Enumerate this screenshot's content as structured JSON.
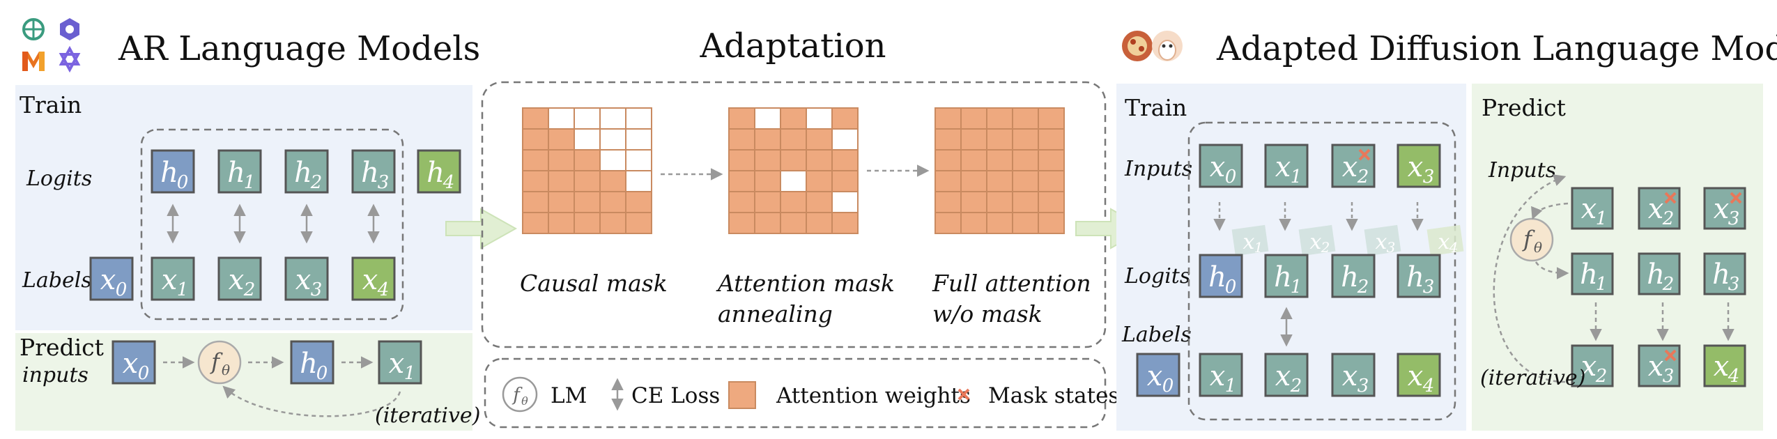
{
  "titles": {
    "ar": "AR Language Models",
    "adaptation": "Adaptation",
    "diffusion": "Adapted Diffusion Language Models"
  },
  "ar_panel": {
    "train_label": "Train",
    "logits_label": "Logits",
    "labels_label": "Labels",
    "predict_label": "Predict",
    "inputs_label": "inputs",
    "iterative_label": "(iterative)"
  },
  "adaptation": {
    "captions": {
      "causal": "Causal mask",
      "annealing_line1": "Attention mask",
      "annealing_line2": "annealing",
      "full_line1": "Full attention",
      "full_line2": "w/o mask"
    }
  },
  "legend": {
    "lm": "LM",
    "ce_loss": "CE Loss",
    "attention_weights": "Attention weights",
    "mask_states": "Mask states"
  },
  "dlm_train": {
    "train_label": "Train",
    "inputs_label": "Inputs",
    "logits_label": "Logits",
    "labels_label": "Labels"
  },
  "dlm_predict": {
    "predict_label": "Predict",
    "inputs_label": "Inputs",
    "iterative_label": "(iterative)"
  },
  "tokens": {
    "x": "x",
    "h": "h",
    "f": "f",
    "theta": "θ",
    "n0": "0",
    "n1": "1",
    "n2": "2",
    "n3": "3",
    "n4": "4"
  },
  "colors": {
    "blue": "#7f9cc4",
    "teal": "#86aea5",
    "green": "#94bc68",
    "orange": "#eea97f",
    "mask_x": "#e8785a",
    "train_bg": "#edf2fa",
    "predict_bg": "#edf5e8",
    "lm_circle": "#f6e6cf"
  }
}
